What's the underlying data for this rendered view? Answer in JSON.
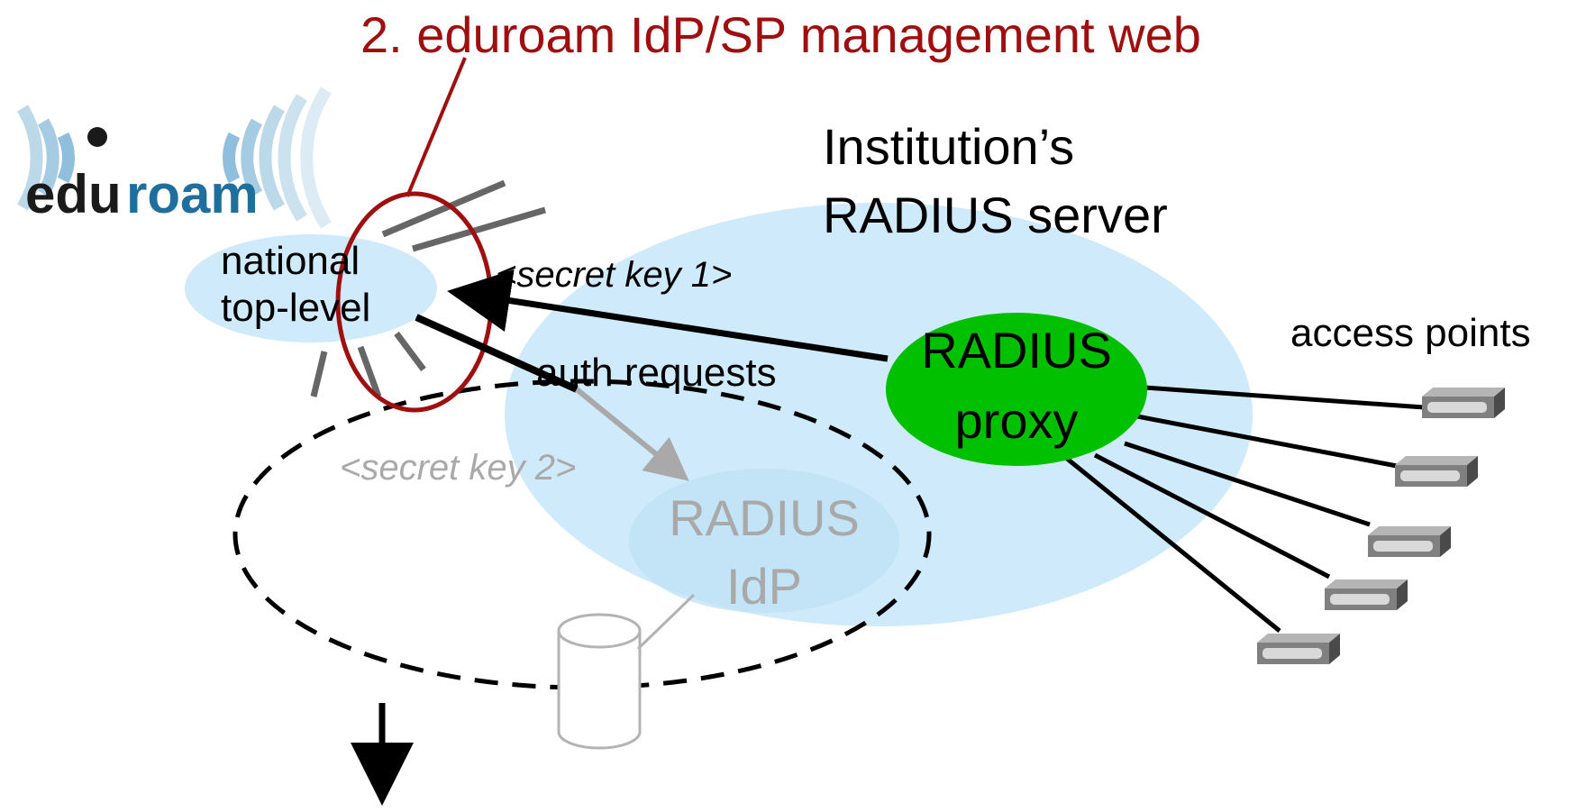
{
  "title": "2. eduroam IdP/SP management web",
  "logo": {
    "text_edu": "edu",
    "text_roam": "roam",
    "colors": {
      "edu": "#1a1a1a",
      "roam": "#1f6f9e",
      "waves": "#7fb4d6"
    }
  },
  "nodes": {
    "national": {
      "line1": "national",
      "line2": "top-level"
    },
    "institution": {
      "line1": "Institution’s",
      "line2": "RADIUS server"
    },
    "proxy": {
      "line1": "RADIUS",
      "line2": "proxy"
    },
    "idp": {
      "line1": "RADIUS",
      "line2": "IdP"
    },
    "access_points": "access points"
  },
  "labels": {
    "secret_key_1": "<secret key 1>",
    "secret_key_2": "<secret key 2>",
    "auth_requests": "auth requests"
  },
  "colors": {
    "title": "#a00f0f",
    "bubble": "#cfeafb",
    "proxy": "#00c000",
    "ring": "#a00f0f",
    "faded": "#a9a9a9"
  }
}
